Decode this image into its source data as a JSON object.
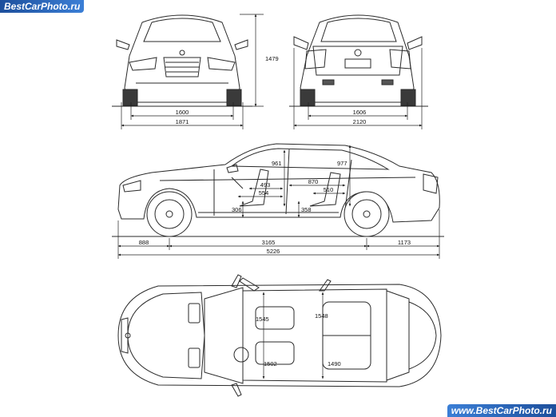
{
  "watermark": {
    "top": "BestCarPhoto.ru",
    "bottom": "www.BestCarPhoto.ru"
  },
  "front_view": {
    "height": "1479",
    "track": "1600",
    "width": "1871"
  },
  "rear_view": {
    "track": "1606",
    "width_mirrors": "2120"
  },
  "side_view": {
    "headroom_front": "961",
    "headroom_rear": "977",
    "seat_front": "493",
    "legroom_front": "554",
    "seat_rear": "870",
    "legroom_rear": "510",
    "floor_front": "306",
    "floor_rear": "358",
    "overhang_front": "888",
    "wheelbase": "3165",
    "overhang_rear": "1173",
    "length": "5226"
  },
  "top_view": {
    "shoulder_front": "1545",
    "shoulder_rear": "1548",
    "hip_front": "1502",
    "hip_rear": "1490"
  },
  "colors": {
    "line": "#2a2a2a",
    "watermark": "#2d6cc4"
  }
}
